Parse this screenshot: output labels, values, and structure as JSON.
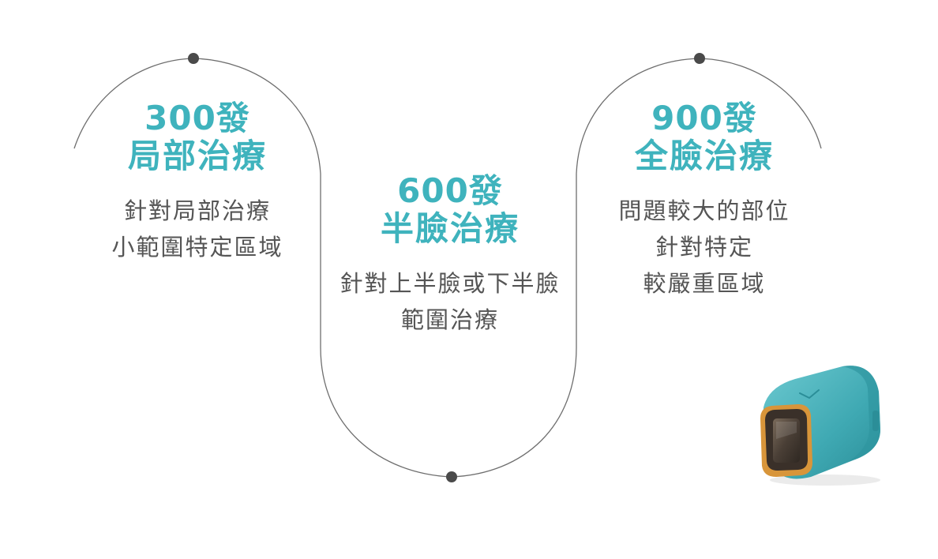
{
  "options": [
    {
      "shots": "300發",
      "title": "局部治療",
      "desc": [
        "針對局部治療",
        "小範圍特定區域"
      ]
    },
    {
      "shots": "600發",
      "title": "半臉治療",
      "desc": [
        "針對上半臉或下半臉",
        "範圍治療"
      ]
    },
    {
      "shots": "900發",
      "title": "全臉治療",
      "desc": [
        "問題較大的部位",
        "針對特定",
        "較嚴重區域"
      ]
    }
  ],
  "colors": {
    "accent": "#3fb3bd",
    "text": "#555555",
    "line": "#6e6e6e",
    "dot": "#4a4a4a"
  }
}
